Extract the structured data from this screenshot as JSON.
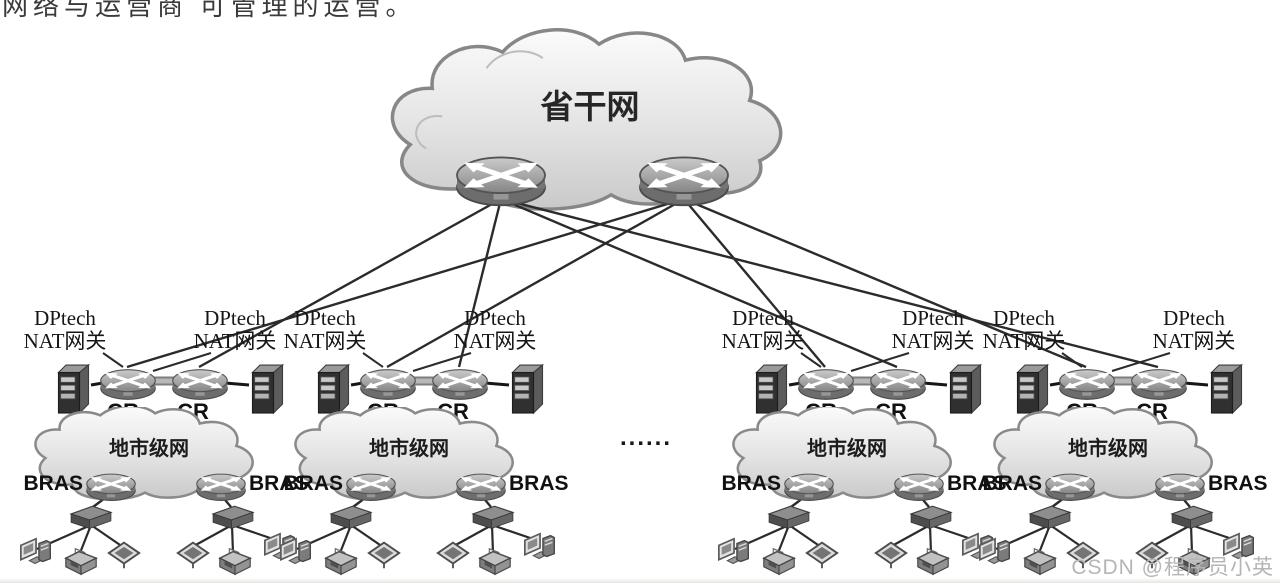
{
  "page": {
    "top_text": "网络与运营商 可管理的运营。",
    "background_color": "#ffffff"
  },
  "backbone": {
    "cloud_label": "省干网"
  },
  "separator_dots": "......",
  "groups": [
    {
      "name": "city-group-1",
      "nat_left_line1": "DPtech",
      "nat_left_line2": "NAT网关",
      "nat_right_line1": "DPtech",
      "nat_right_line2": "NAT网关",
      "cr_left": "CR",
      "cr_right": "CR",
      "cloud_label": "地市级网",
      "bras_left": "BRAS",
      "bras_right": "BRAS"
    },
    {
      "name": "city-group-2",
      "nat_left_line1": "DPtech",
      "nat_left_line2": "NAT网关",
      "nat_right_line1": "DPtech",
      "nat_right_line2": "NAT网关",
      "cr_left": "CR",
      "cr_right": "CR",
      "cloud_label": "地市级网",
      "bras_left": "BRAS",
      "bras_right": "BRAS"
    },
    {
      "name": "city-group-3",
      "nat_left_line1": "DPtech",
      "nat_left_line2": "NAT网关",
      "nat_right_line1": "DPtech",
      "nat_right_line2": "NAT网关",
      "cr_left": "CR",
      "cr_right": "CR",
      "cloud_label": "地市级网",
      "bras_left": "BRAS",
      "bras_right": "BRAS"
    },
    {
      "name": "city-group-4",
      "nat_left_line1": "DPtech",
      "nat_left_line2": "NAT网关",
      "nat_right_line1": "DPtech",
      "nat_right_line2": "NAT网关",
      "cr_left": "CR",
      "cr_right": "CR",
      "cloud_label": "地市级网",
      "bras_left": "BRAS",
      "bras_right": "BRAS"
    }
  ],
  "watermark": {
    "text": "CSDN @程序员小英",
    "color": "#b5b5b5"
  },
  "colors": {
    "line": "#2b2b2b",
    "router_body": "#8c8c8c",
    "cloud_stroke": "#888888",
    "thick_link": "#a2a2a2",
    "text": "#1c1c1c"
  }
}
